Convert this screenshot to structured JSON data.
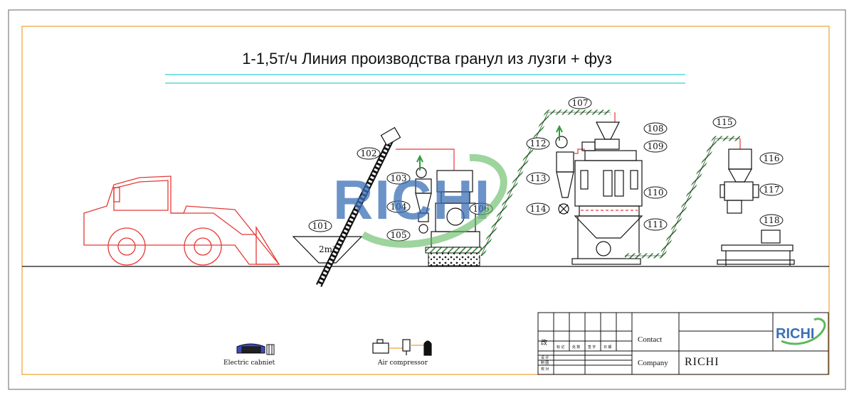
{
  "diagram": {
    "title": "1-1,5т/ч Линия производства гранул из лузги + фуз",
    "hopper_volume": "2m³",
    "labels": [
      "101",
      "102",
      "103",
      "104",
      "105",
      "106",
      "107",
      "108",
      "109",
      "110",
      "111",
      "112",
      "113",
      "114",
      "115",
      "116",
      "117",
      "118"
    ]
  },
  "legend": {
    "electric_cabinet": "Electric cabniet",
    "air_compressor": "Air compressor"
  },
  "title_block": {
    "contact_label": "Contact",
    "company_label": "Company",
    "company_name": "RICHI",
    "revise_char": "改",
    "header_cells": [
      "标 记",
      "处 数",
      "签 字",
      "日 期"
    ],
    "row_labels": [
      "设 计",
      "制 图",
      "校 对"
    ]
  },
  "brand": {
    "logo_text": "RICHI",
    "watermark_text": "RICHI",
    "blue": "#3b6fb6",
    "green": "#5cb85c"
  },
  "colors": {
    "frame": "#f0a030",
    "title_lines": "#7fe0e6",
    "loader": "#e53935",
    "conveyor": "#2e7d32",
    "line": "#111111"
  }
}
